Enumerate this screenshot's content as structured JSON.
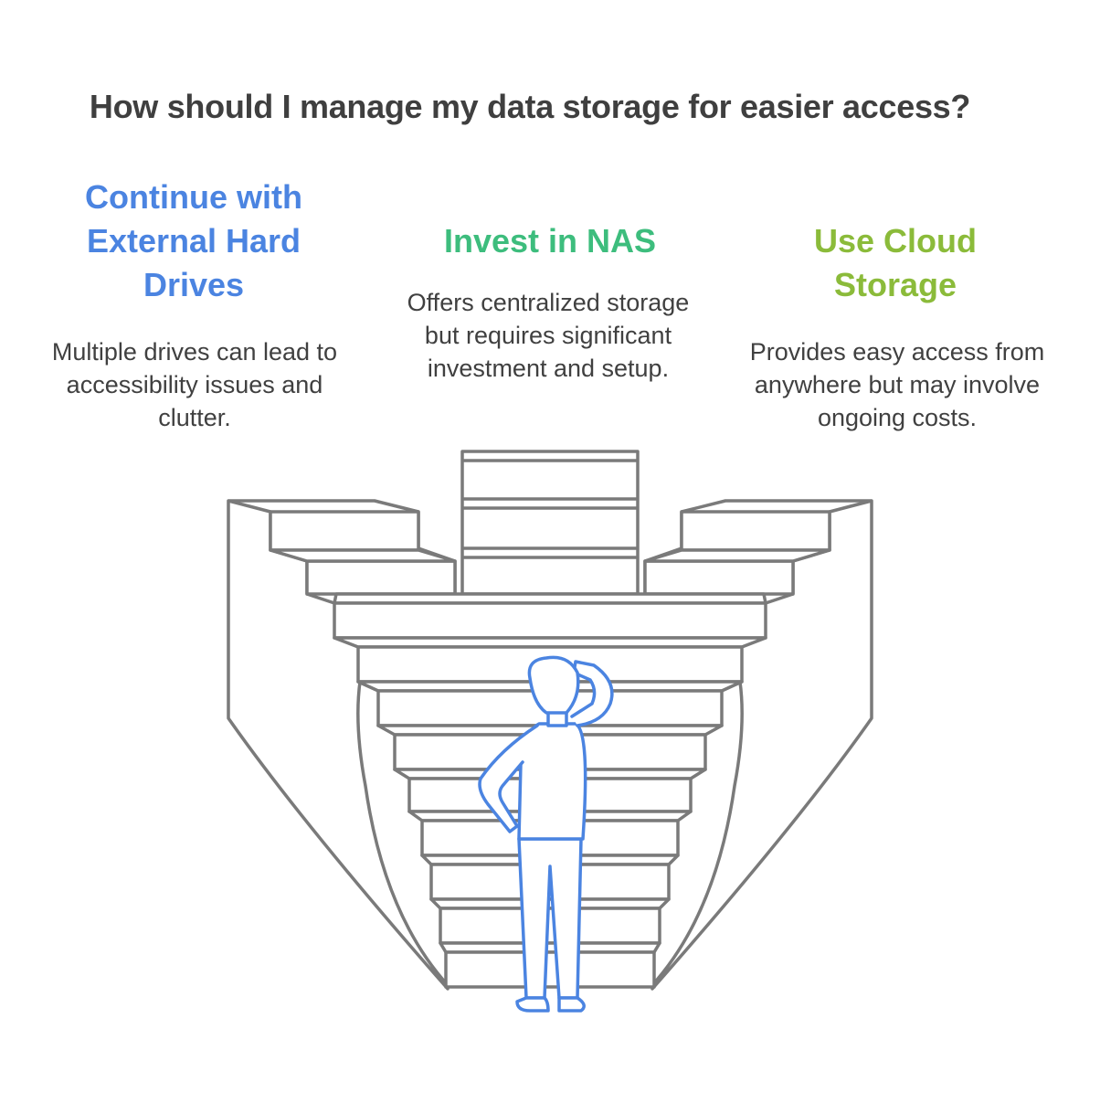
{
  "title": "How should I manage my data storage for easier access?",
  "colors": {
    "option_left": "#4b84e1",
    "option_middle": "#3dbd7d",
    "option_right": "#8bbb3a",
    "stairs": "#7a7a7a",
    "person": "#4b84e1"
  },
  "options": [
    {
      "title": "Continue with External Hard Drives",
      "description": "Multiple drives can lead to accessibility issues and clutter."
    },
    {
      "title": "Invest in NAS",
      "description": "Offers centralized storage but requires significant investment and setup."
    },
    {
      "title": "Use Cloud Storage",
      "description": "Provides easy access from anywhere but may involve ongoing costs."
    }
  ],
  "illustration": {
    "icon": "thinking-person-at-three-way-stairs"
  }
}
